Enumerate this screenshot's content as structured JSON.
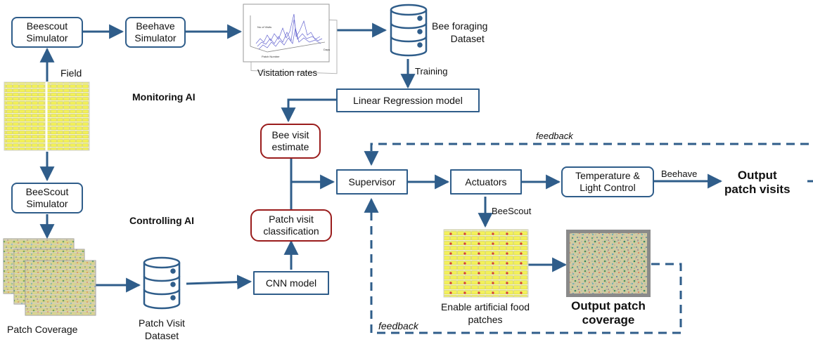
{
  "nodes": {
    "beescout_sim_top": [
      "Beescout",
      "Simulator"
    ],
    "beehave_sim": [
      "Beehave",
      "Simulator"
    ],
    "visitation_rates": "Visitation rates",
    "bee_foraging_dataset": [
      "Bee foraging",
      "Dataset"
    ],
    "linear_regression": "Linear Regression model",
    "field": "Field",
    "beescout_sim_bottom": [
      "BeeScout",
      "Simulator"
    ],
    "patch_coverage": "Patch Coverage",
    "patch_visit_dataset": [
      "Patch Visit",
      "Dataset"
    ],
    "cnn_model": "CNN model",
    "bee_visit_estimate": [
      "Bee visit",
      "estimate"
    ],
    "patch_visit_classification": [
      "Patch visit",
      "classification"
    ],
    "supervisor": "Supervisor",
    "actuators": "Actuators",
    "temp_light": [
      "Temperature &",
      "Light Control"
    ],
    "output_patch_visits": [
      "Output",
      "patch visits"
    ],
    "enable_food": [
      "Enable artificial food",
      "patches"
    ],
    "output_patch_coverage": [
      "Output patch",
      "coverage"
    ]
  },
  "sections": {
    "monitoring_ai": "Monitoring AI",
    "controlling_ai": "Controlling AI"
  },
  "edge_labels": {
    "training": "Training",
    "beehave": "Beehave",
    "beescout": "BeeScout",
    "feedback_top": "feedback",
    "feedback_bottom": "feedback"
  },
  "chart_thumbnail": {
    "y_label": "No of Visits",
    "x_label": "Patch Number",
    "z_label": "Days"
  },
  "colors": {
    "arrow": "#2f5d8a",
    "box_blue": "#2f5d8a",
    "box_red": "#9a1c1c",
    "field_yellow": "#f2f05a",
    "food_dot": "#d93b3b"
  }
}
